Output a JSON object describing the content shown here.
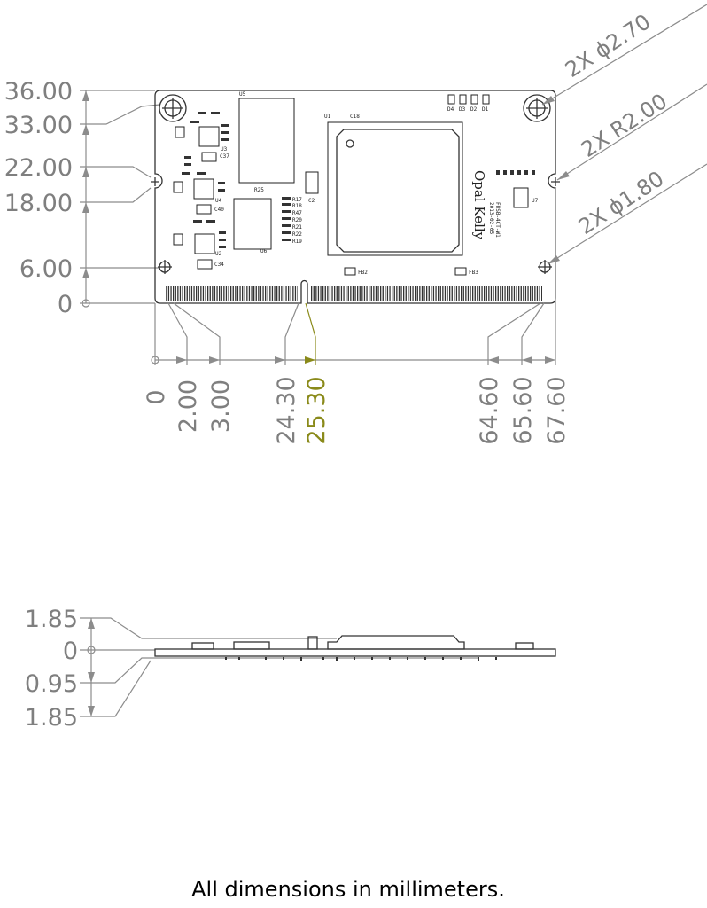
{
  "top_view": {
    "vertical_dims": [
      "36.00",
      "33.00",
      "22.00",
      "18.00",
      "6.00",
      "0"
    ],
    "horizontal_dims": [
      "0",
      "2.00",
      "3.00",
      "24.30",
      "25.30",
      "64.60",
      "65.60",
      "67.60"
    ],
    "highlight_color": "#8a8a1a",
    "callouts": [
      "2X ϕ2.70",
      "2X R2.00",
      "2X ϕ1.80"
    ],
    "board_labels": {
      "u5": "U5",
      "u1": "U1",
      "u3": "U3",
      "u4": "U4",
      "u2": "U2",
      "u6": "U6",
      "u7": "U7",
      "c2": "C2",
      "c37": "C37",
      "c40": "C40",
      "c34": "C34",
      "c18": "C18",
      "r25": "R25",
      "fb2": "FB2",
      "fb3": "FB3",
      "r17": "R17",
      "r18": "R18",
      "r47": "R47",
      "r20": "R20",
      "r21": "R21",
      "r22": "R22",
      "r19": "R19",
      "d1": "D1",
      "d2": "D2",
      "d3": "D3",
      "d4": "D4",
      "brand": "Opal Kelly",
      "part": "FUSB-4CT-W1",
      "date": "2013-02-05"
    }
  },
  "side_view": {
    "vertical_dims": [
      "1.85",
      "0",
      "0.95",
      "1.85"
    ]
  },
  "footer": "All dimensions in millimeters."
}
